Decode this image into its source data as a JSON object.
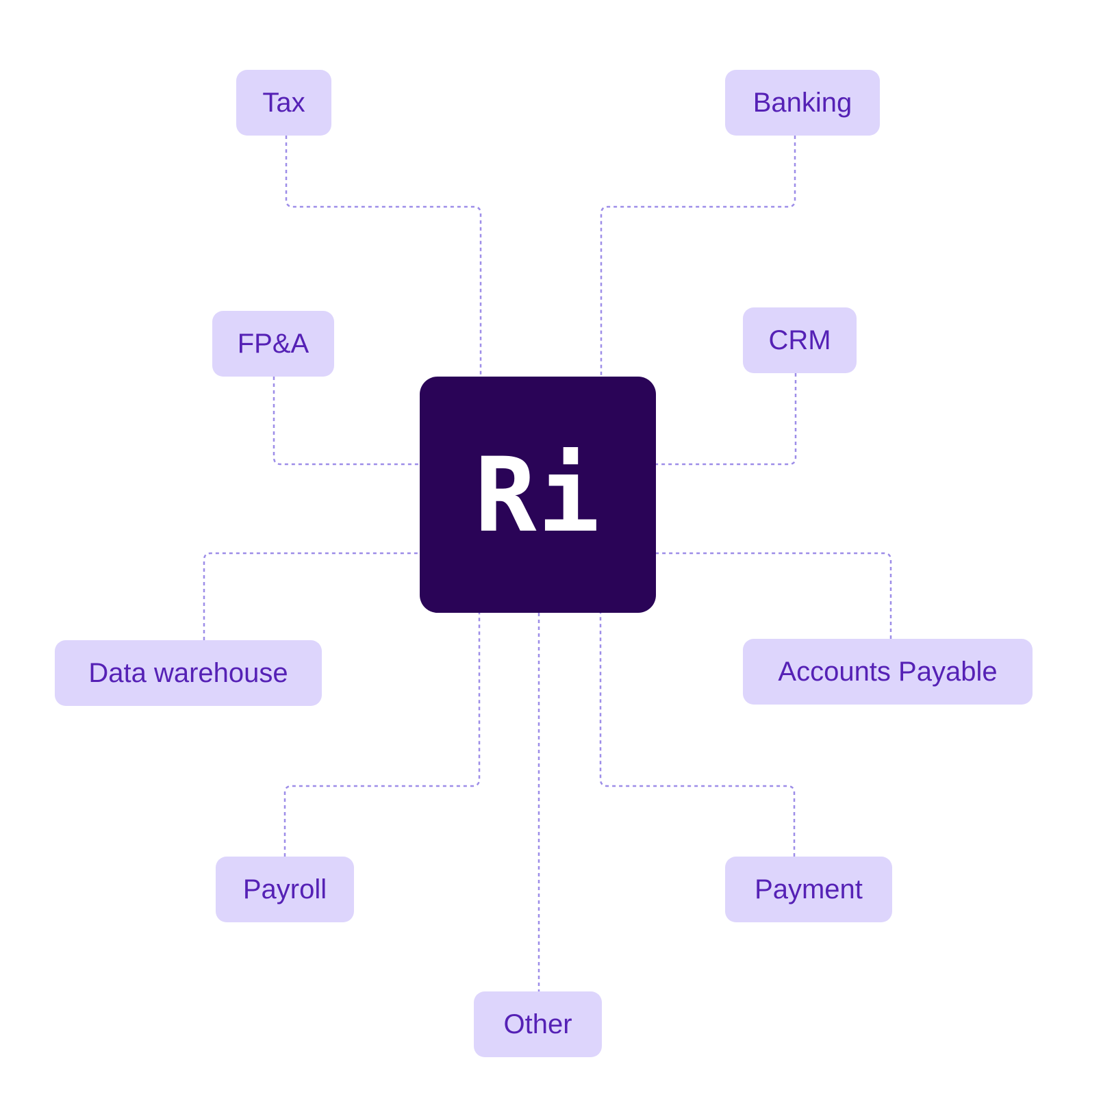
{
  "hub": {
    "logo": "Ri",
    "background": "#2a0457",
    "text_color": "#ffffff"
  },
  "nodes": [
    {
      "id": "tax",
      "label": "Tax"
    },
    {
      "id": "banking",
      "label": "Banking"
    },
    {
      "id": "fpa",
      "label": "FP&A"
    },
    {
      "id": "crm",
      "label": "CRM"
    },
    {
      "id": "data_warehouse",
      "label": "Data warehouse"
    },
    {
      "id": "accounts_payable",
      "label": "Accounts Payable"
    },
    {
      "id": "payroll",
      "label": "Payroll"
    },
    {
      "id": "payment",
      "label": "Payment"
    },
    {
      "id": "other",
      "label": "Other"
    }
  ],
  "colors": {
    "node_fill": "#ddd5fc",
    "node_text": "#5521b5",
    "connector": "#9d8de8",
    "background": "#ffffff"
  }
}
